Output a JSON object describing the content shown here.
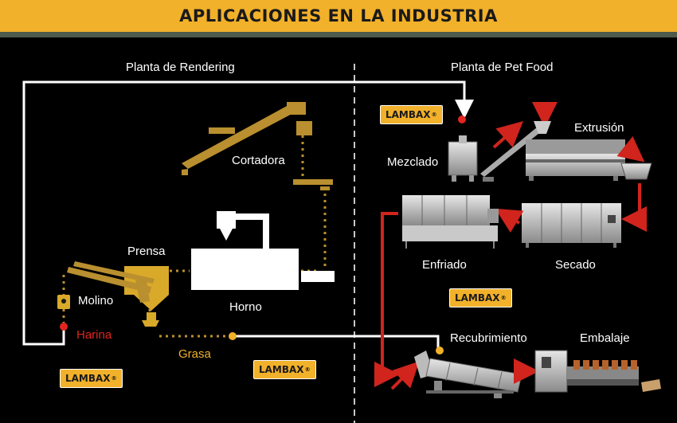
{
  "title": "APLICACIONES EN LA INDUSTRIA",
  "sections": {
    "rendering": "Planta de Rendering",
    "petfood": "Planta de Pet Food"
  },
  "stages": {
    "cortadora": "Cortadora",
    "prensa": "Prensa",
    "molino": "Molino",
    "horno": "Horno",
    "harina": "Harina",
    "grasa": "Grasa",
    "mezclado": "Mezclado",
    "extrusion": "Extrusión",
    "enfriado": "Enfriado",
    "secado": "Secado",
    "recubrimiento": "Recubrimiento",
    "embalaje": "Embalaje"
  },
  "brand": {
    "name": "LAMBAX",
    "mark": "®"
  },
  "colors": {
    "accent": "#f2b12a",
    "harina": "#e0261f",
    "grasa": "#f2b12a",
    "flow_arrow": "#d0241d",
    "rendering_machines": "#b98f2f"
  }
}
